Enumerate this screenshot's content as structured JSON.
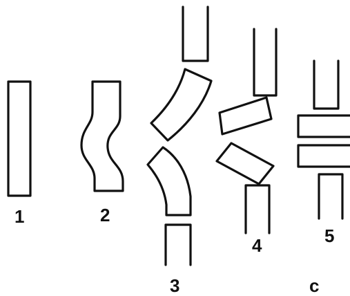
{
  "figure": {
    "labels": {
      "one": "1",
      "two": "2",
      "three": "3",
      "four": "4",
      "five": "5",
      "panel": "c"
    },
    "stroke_color": "#111111",
    "background_color": "#ffffff"
  }
}
